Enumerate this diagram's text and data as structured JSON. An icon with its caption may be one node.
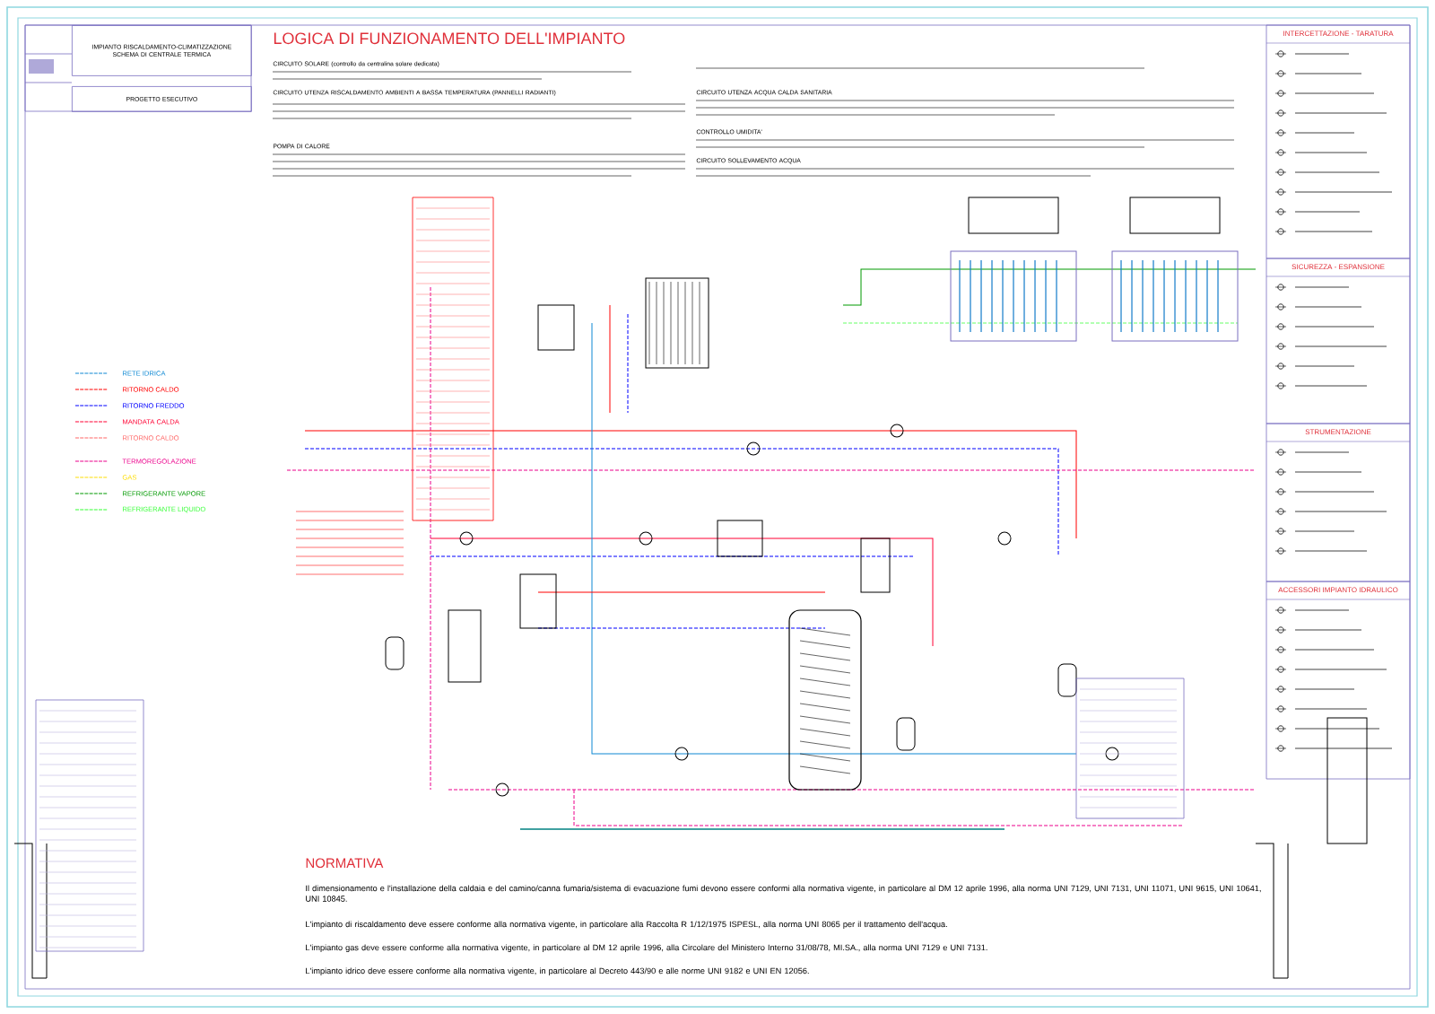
{
  "diagram": {
    "title": "LOGICA DI FUNZIONAMENTO DELL'IMPIANTO",
    "nodes": [
      {
        "text": [
          "IMPIANTO RISCALDAMENTO-CLIMATIZZAZIONE SCHEMA DI CENTRALE TERMICA"
        ]
      },
      {
        "text": [
          "PROGETTO ESECUTIVO"
        ]
      },
      {
        "text": [
          "INTERCETTAZIONE - TARATURA"
        ]
      },
      {
        "text": [
          "SICUREZZA - ESPANSIONE"
        ]
      },
      {
        "text": [
          "STRUMENTAZIONE"
        ]
      },
      {
        "text": [
          "ACCESSORI IMPIANTO IDRAULICO"
        ]
      }
    ],
    "labels": [
      "CIRCUITO SOLARE (controllo da centralina solare dedicata)",
      "CIRCUITO UTENZA RISCALDAMENTO AMBIENTI A BASSA TEMPERATURA (PANNELLI RADIANTI)",
      "POMPA DI CALORE",
      "CIRCUITO UTENZA ACQUA CALDA SANITARIA",
      "CONTROLLO UMIDITA'",
      "CIRCUITO SOLLEVAMENTO ACQUA",
      "NORMATIVA",
      "Il dimensionamento e l'installazione della caldaia e del camino/canna fumaria/sistema di evacuazione fumi devono essere conformi alla normativa vigente, in particolare al DM 12 aprile 1996, alla norma UNI 7129, UNI 7131, UNI 11071, UNI 9615, UNI 10641, UNI 10845.",
      "L'impianto di riscaldamento deve essere conforme alla normativa vigente, in particolare alla Raccolta R 1/12/1975 ISPESL, alla norma UNI 8065 per il trattamento dell'acqua.",
      "L'impianto gas deve essere conforme alla normativa vigente, in particolare al DM 12 aprile 1996, alla Circolare del Ministero Interno 31/08/78, MI.SA., alla norma UNI 7129 e UNI 7131.",
      "L'impianto idrico deve essere conforme alla normativa vigente, in particolare al Decreto 443/90 e alle norme UNI 9182 e UNI EN 12056."
    ],
    "legend": [
      {
        "text": "RETE IDRICA"
      },
      {
        "text": "RITORNO CALDO"
      },
      {
        "text": "RITORNO FREDDO"
      },
      {
        "text": "MANDATA CALDA"
      },
      {
        "text": "RITORNO CALDO"
      },
      {
        "text": "TERMOREGOLAZIONE"
      },
      {
        "text": "GAS"
      },
      {
        "text": "REFRIGERANTE VAPORE"
      },
      {
        "text": "REFRIGERANTE LIQUIDO"
      }
    ]
  }
}
